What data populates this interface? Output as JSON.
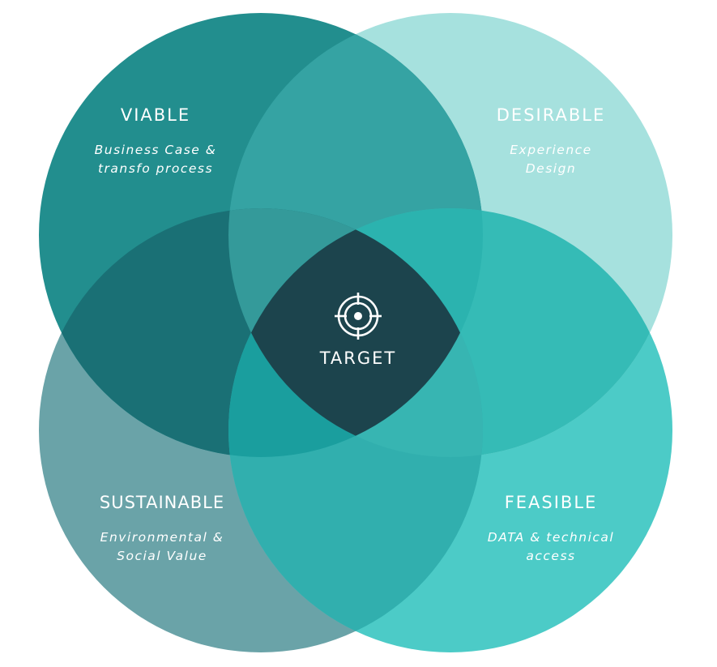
{
  "diagram": {
    "colors": {
      "viable": "#1b8a8a",
      "desirable": "#a3e0dd",
      "sustainable": "#6aa3a8",
      "feasible": "#4ccbc7",
      "center": "#1c444d"
    },
    "circles": [
      {
        "key": "viable",
        "title": "VIABLE",
        "lines": [
          "Business Case &",
          "transfo process"
        ]
      },
      {
        "key": "desirable",
        "title": "DESIRABLE",
        "lines": [
          "Experience",
          "Design"
        ]
      },
      {
        "key": "sustainable",
        "title": "SUSTAINABLE",
        "lines": [
          "Environmental &",
          "Social Value"
        ]
      },
      {
        "key": "feasible",
        "title": "FEASIBLE",
        "lines": [
          "DATA & technical",
          "access"
        ]
      }
    ],
    "center": {
      "title": "TARGET",
      "icon": "target-icon"
    }
  }
}
